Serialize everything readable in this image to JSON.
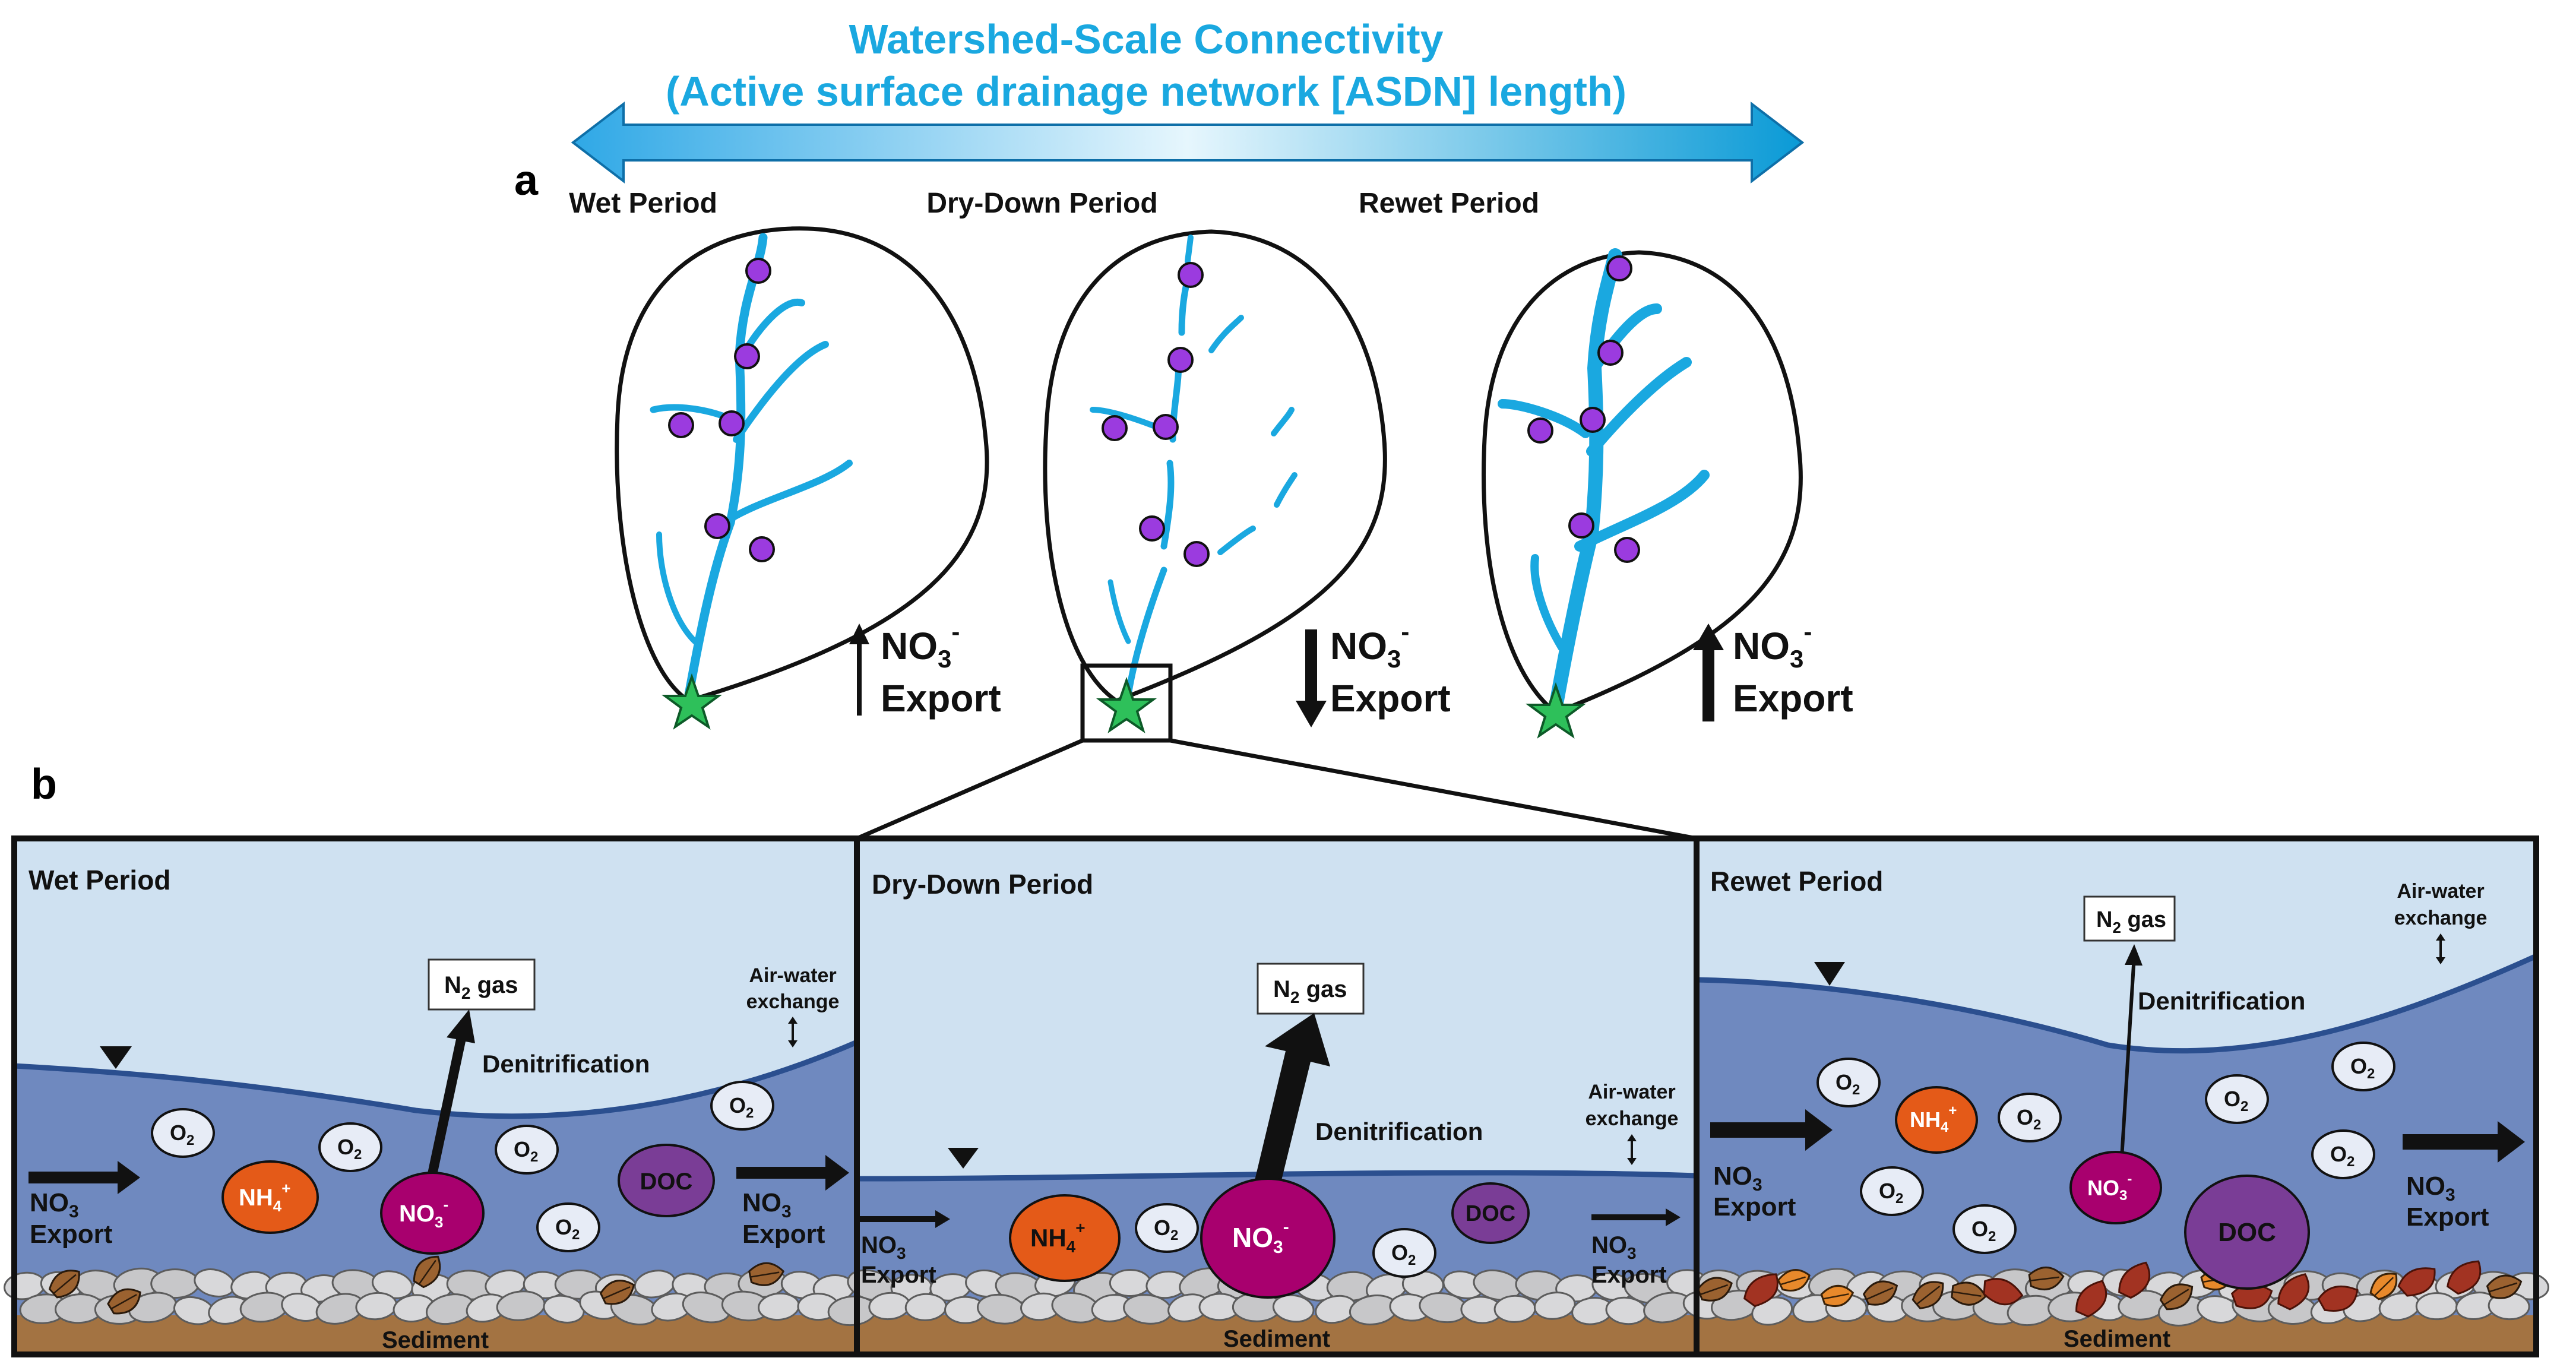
{
  "header": {
    "title_line1": "Watershed-Scale Connectivity",
    "title_line2": "(Active surface drainage network [ASDN] length)",
    "color_title": "#1aa8e0"
  },
  "panel_a": {
    "label": "a",
    "periods": [
      {
        "name": "Wet Period",
        "no3": "NO",
        "sub": "3",
        "sup": "-",
        "export": "Export",
        "direction": "up"
      },
      {
        "name": "Dry-Down Period",
        "no3": "NO",
        "sub": "3",
        "sup": "-",
        "export": "Export",
        "direction": "down"
      },
      {
        "name": "Rewet Period",
        "no3": "NO",
        "sub": "3",
        "sup": "-",
        "export": "Export",
        "direction": "up"
      }
    ]
  },
  "panel_b": {
    "label": "b",
    "sediment": "Sediment",
    "n2_prefix": "N",
    "n2_sub": "2",
    "n2_suffix": " gas",
    "denitrification": "Denitrification",
    "air_water_1": "Air-water",
    "air_water_2": "exchange",
    "o2_main": "O",
    "o2_sub": "2",
    "nh4_main": "NH",
    "nh4_sub": "4",
    "nh4_sup": "+",
    "no3_main": "NO",
    "no3_sub": "3",
    "no3_sup": "-",
    "doc": "DOC",
    "export_no3_main": "NO",
    "export_no3_sub": "3",
    "export_word": "Export",
    "periods": [
      "Wet Period",
      "Dry-Down Period",
      "Rewet Period"
    ]
  },
  "colors": {
    "stream": "#1aa8e0",
    "node": "#9b3bdf",
    "star": "#2ec05a",
    "air": "#cfe1f1",
    "water": "#6f89bf",
    "water_line": "#2b4f8f",
    "sediment": "#a37342",
    "nh4": "#e45a18",
    "no3": "#a8006e",
    "doc": "#7a3d96",
    "o2": "#e7ecf6"
  }
}
